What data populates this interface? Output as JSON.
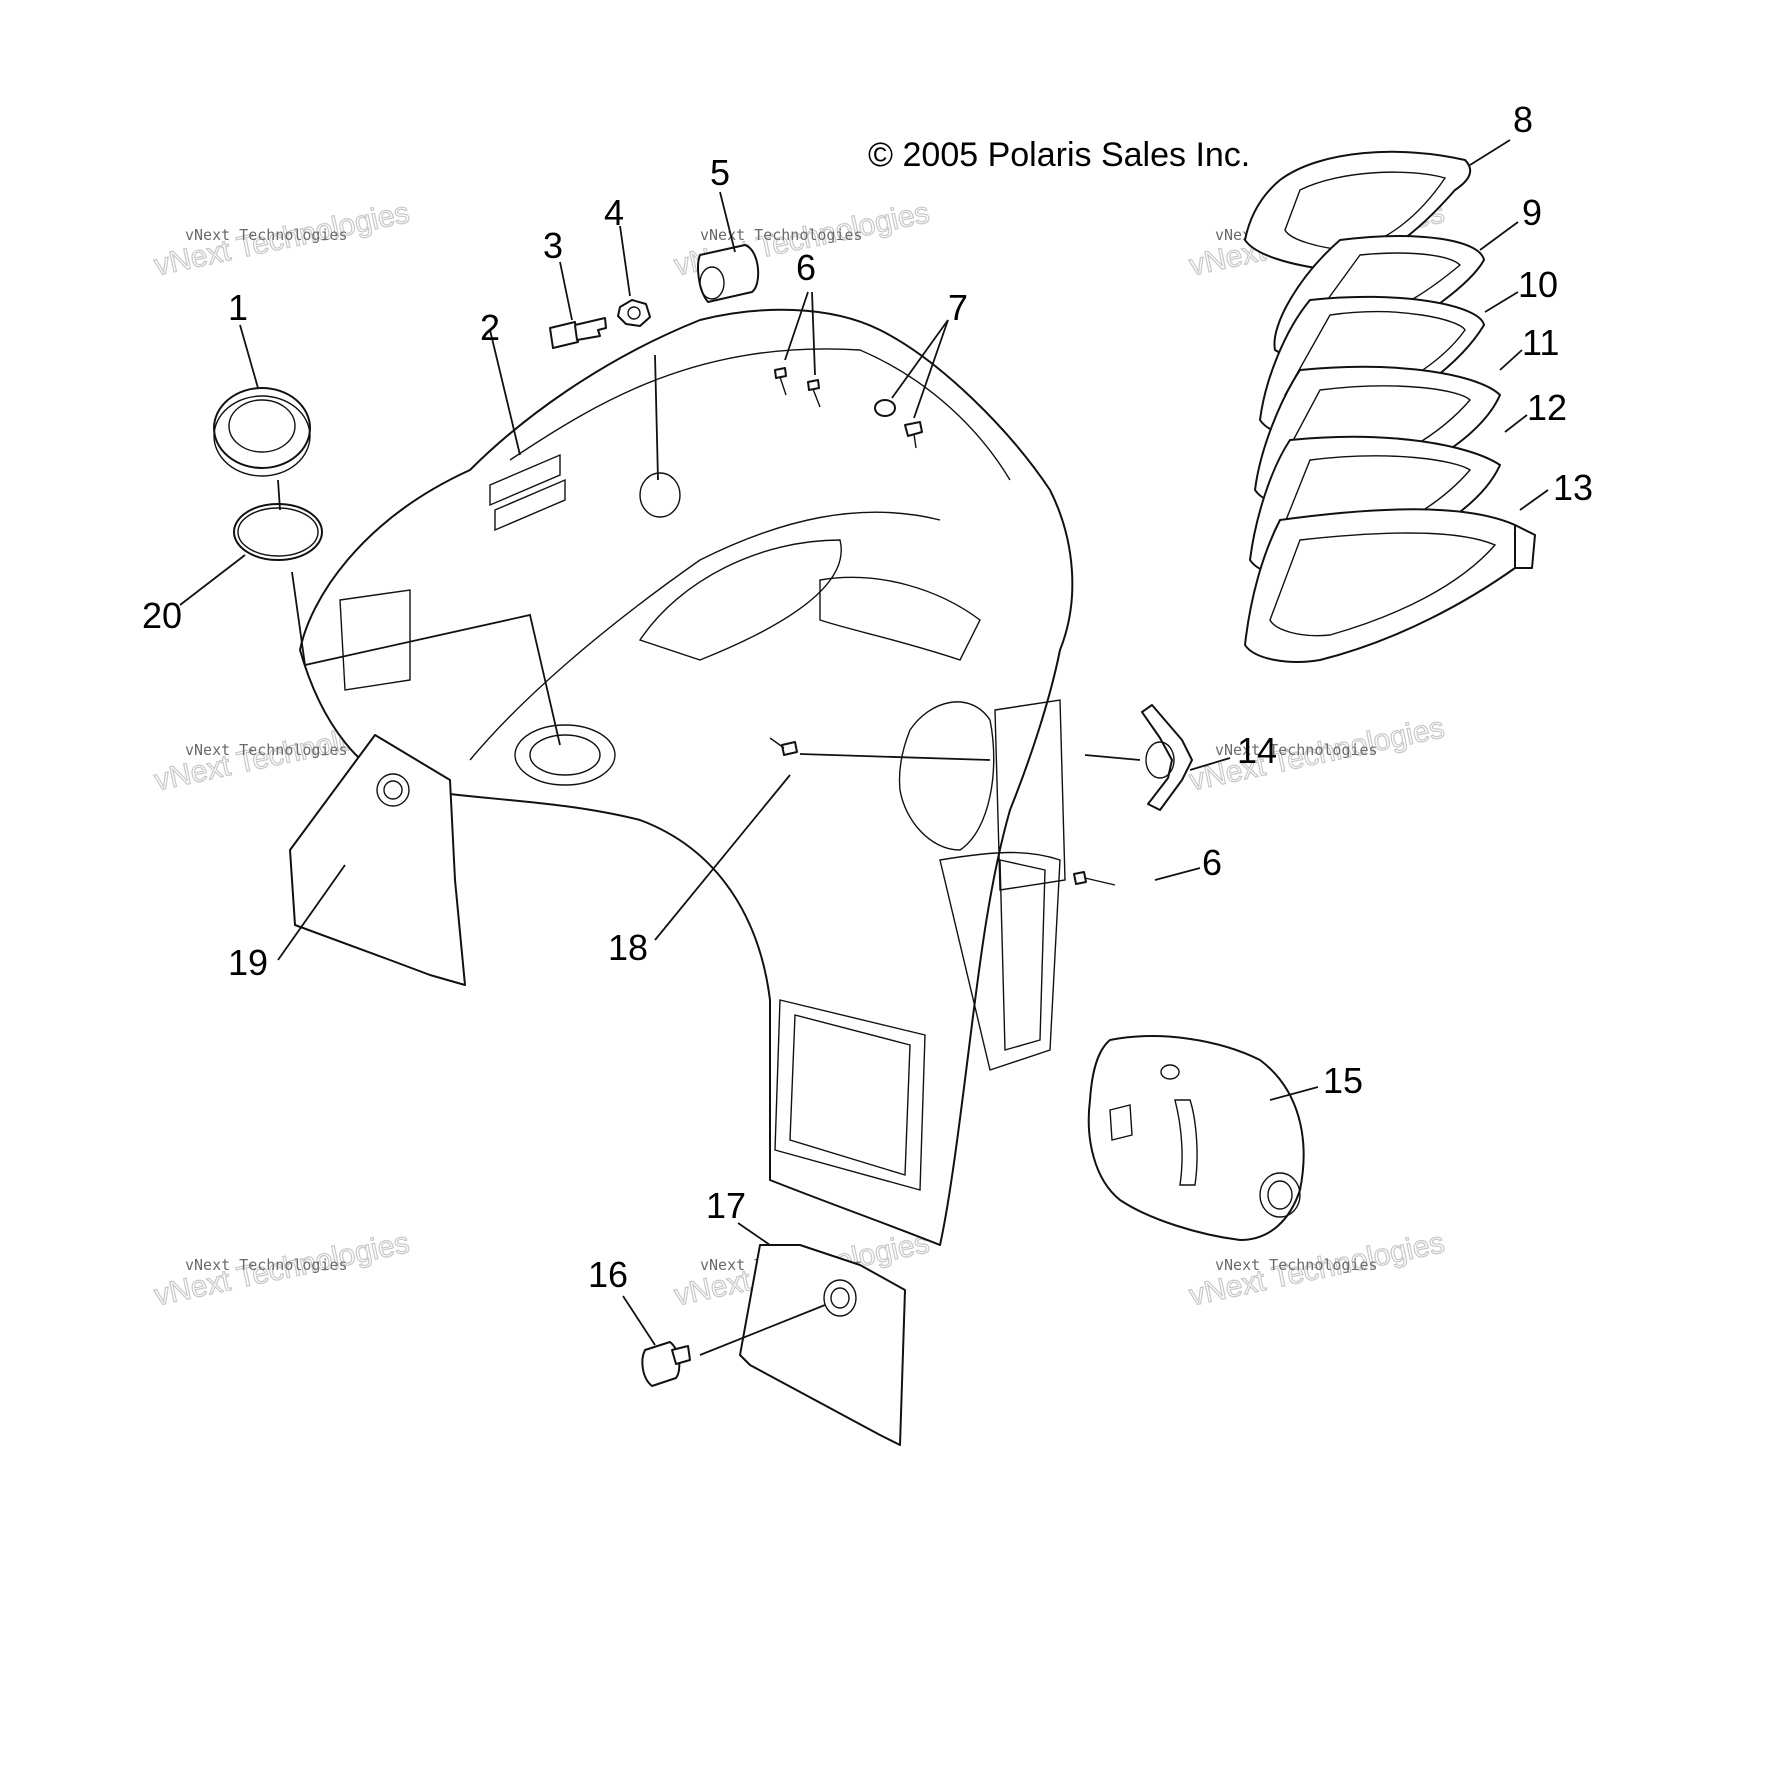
{
  "copyright": "© 2005 Polaris Sales Inc.",
  "watermark": {
    "line1": "vNext Technologies",
    "line2": "vNext Technologies"
  },
  "callouts": {
    "c1": "1",
    "c2": "2",
    "c3": "3",
    "c4": "4",
    "c5": "5",
    "c6a": "6",
    "c6b": "6",
    "c7": "7",
    "c8": "8",
    "c9": "9",
    "c10": "10",
    "c11": "11",
    "c12": "12",
    "c13": "13",
    "c14": "14",
    "c15": "15",
    "c16": "16",
    "c17": "17",
    "c18": "18",
    "c19": "19",
    "c20": "20"
  }
}
